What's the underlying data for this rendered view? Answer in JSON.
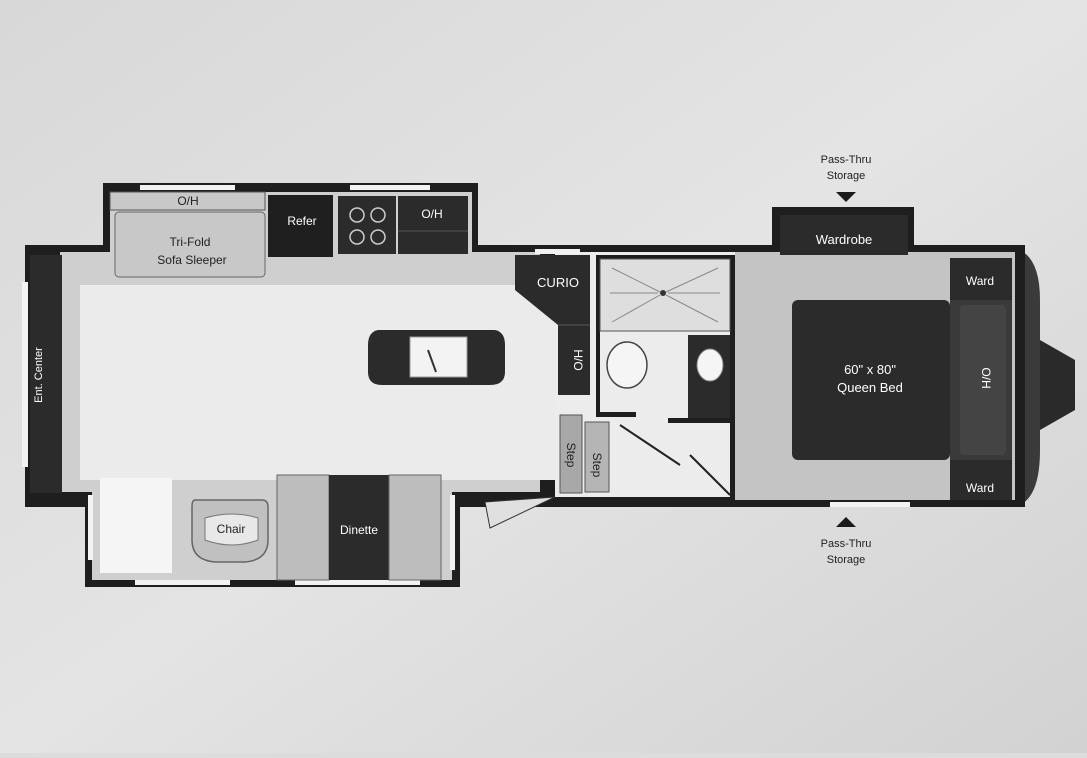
{
  "labels": {
    "oh_sofa": "O/H",
    "sofa": [
      "Tri-Fold",
      "Sofa Sleeper"
    ],
    "refer": "Refer",
    "oh_kitchen": "O/H",
    "curio": "CURIO",
    "ho_curio": "H/O",
    "wardrobe": "Wardrobe",
    "ward_top": "Ward",
    "ward_bottom": "Ward",
    "oh_bed": "O/H",
    "bed": [
      "60\" x 80\"",
      "Queen Bed"
    ],
    "ent_center": "Ent. Center",
    "chair": "Chair",
    "dinette": "Dinette",
    "step_left": "Step",
    "step_right": "Step",
    "pass_thru_top": [
      "Pass-Thru",
      "Storage"
    ],
    "pass_thru_bottom": [
      "Pass-Thru",
      "Storage"
    ]
  },
  "colors": {
    "dark": "#2b2b2b",
    "floor": "#cfcfcf",
    "living_floor": "#e9e9e9",
    "bath_floor": "#ececec",
    "bedroom_floor": "#c4c4c4",
    "wall": "#1a1a1a",
    "window": "#f2f2f2"
  }
}
